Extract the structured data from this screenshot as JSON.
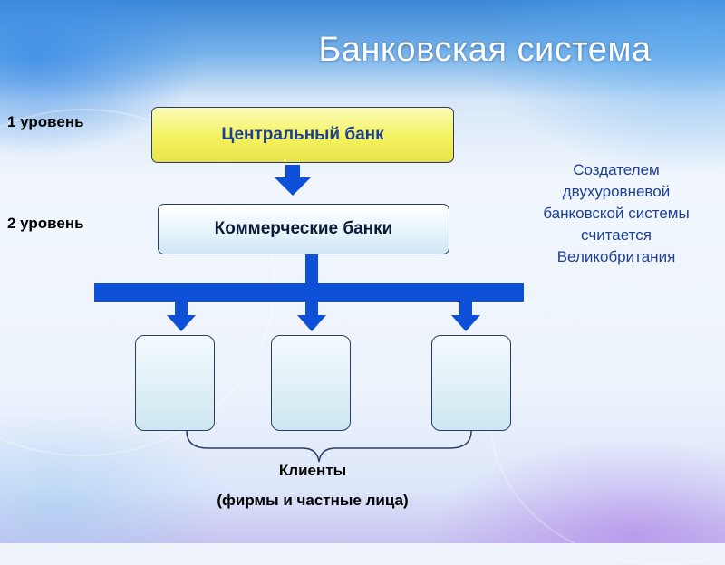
{
  "slide": {
    "title": "Банковская система",
    "levels": [
      "1 уровень",
      "2 уровень"
    ],
    "nodes": {
      "central_bank": "Центральный банк",
      "commercial_banks": "Коммерческие банки",
      "client_boxes": 3
    },
    "clients": {
      "label": "Клиенты",
      "description": "(фирмы и частные лица)"
    },
    "note": "Создателем двухуровневой банковской системы считается Великобритания",
    "colors": {
      "arrows": "#0d4fd6",
      "central_fill": "#f4f25e",
      "central_text": "#1d3f8f",
      "note_text": "#1c3f96"
    }
  }
}
